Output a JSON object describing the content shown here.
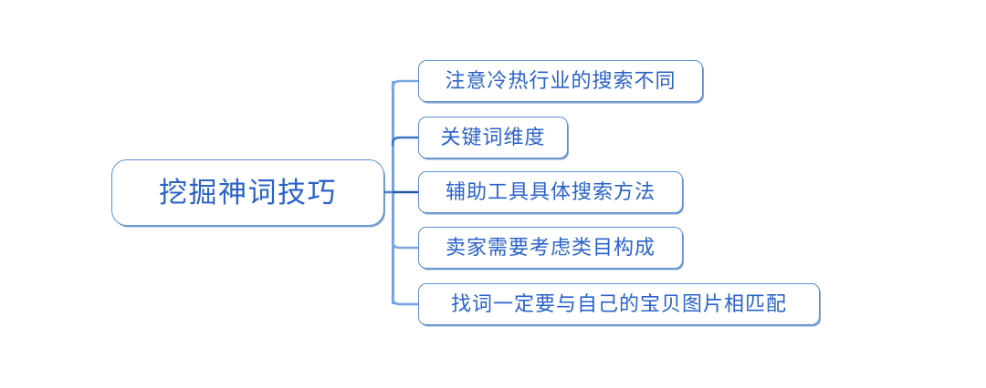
{
  "diagram": {
    "type": "mind-map",
    "orientation": "left-to-right",
    "background_color": "#ffffff",
    "stroke_color": "#5b8fd4",
    "shadow_color": "#1c54a8",
    "text_color": "#2a62c8",
    "root": {
      "label": "挖掘神词技巧"
    },
    "branches": [
      {
        "label": "注意冷热行业的搜索不同"
      },
      {
        "label": "关键词维度"
      },
      {
        "label": "辅助工具具体搜索方法"
      },
      {
        "label": "卖家需要考虑类目构成"
      },
      {
        "label": "找词一定要与自己的宝贝图片相匹配"
      }
    ]
  }
}
